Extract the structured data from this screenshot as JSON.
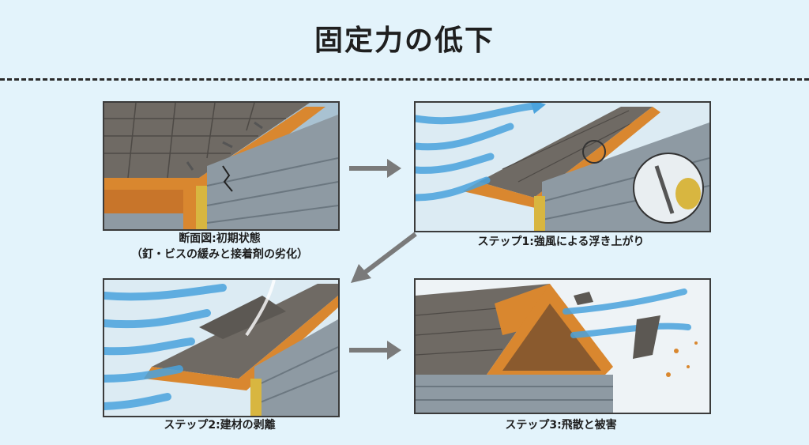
{
  "title": "固定力の低下",
  "steps": [
    {
      "caption_line1": "断面図:初期状態",
      "caption_line2": "（釘・ビスの緩みと接着剤の劣化）"
    },
    {
      "caption": "ステップ1:強風による浮き上がり"
    },
    {
      "caption": "ステップ2:建材の剥離"
    },
    {
      "caption": "ステップ3:飛散と被害"
    }
  ],
  "colors": {
    "background": "#e3f3fb",
    "shingle": "#6f6a64",
    "fascia": "#d9872f",
    "siding": "#8e9aa3",
    "wind": "#4aa3dd",
    "adhesive": "#d8b640",
    "arrow": "#7a7a7a"
  }
}
